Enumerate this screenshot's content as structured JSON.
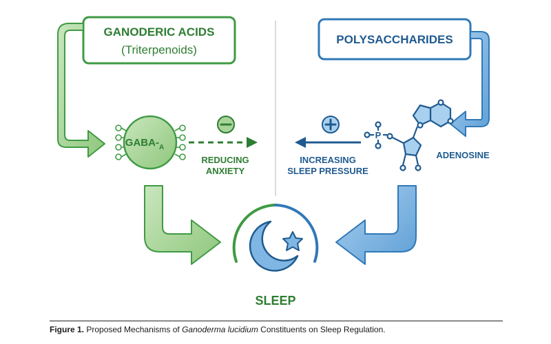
{
  "left": {
    "title": "GANODERIC ACIDS",
    "subtitle": "(Triterpenoids)",
    "receptor_main": "GABA-",
    "receptor_sub": "A",
    "effect_sign": "−",
    "effect_line1": "REDUCING",
    "effect_line2": "ANXIETY"
  },
  "right": {
    "title": "POLYSACCHARIDES",
    "molecule_label": "ADENOSINE",
    "phosphate_label": "P",
    "effect_sign": "+",
    "effect_line1": "INCREASING",
    "effect_line2": "SLEEP PRESSURE"
  },
  "center": {
    "label": "SLEEP"
  },
  "caption": {
    "prefix": "Figure 1.",
    "text_before": " Proposed Mechanisms of ",
    "species": "Ganoderma lucidium",
    "text_after": " Constituents on Sleep Regulation."
  },
  "colors": {
    "green": "#3f9a44",
    "green_fill": "#a8d49a",
    "green_dark": "#2e7d32",
    "blue": "#2f78b7",
    "blue_fill": "#7fb6e3",
    "blue_dark": "#1f5a8f",
    "divider": "#cfcfcf"
  }
}
